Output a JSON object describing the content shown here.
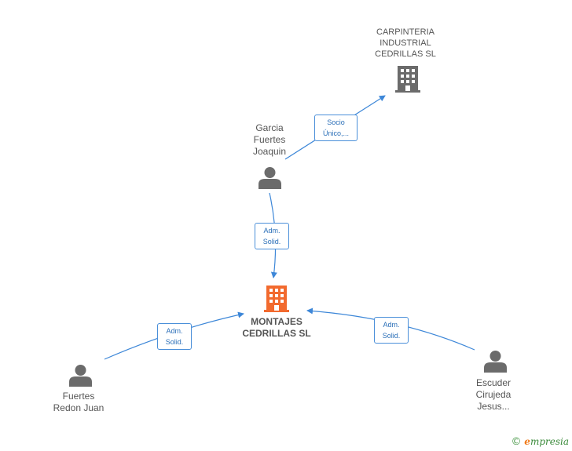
{
  "nodes": {
    "carpinteria": {
      "label": "CARPINTERIA\nINDUSTRIAL\nCEDRILLAS SL",
      "type": "company"
    },
    "garcia": {
      "label": "Garcia\nFuertes\nJoaquin",
      "type": "person"
    },
    "montajes": {
      "label": "MONTAJES\nCEDRILLAS SL",
      "type": "company-main"
    },
    "fuertes": {
      "label": "Fuertes\nRedon Juan",
      "type": "person"
    },
    "escuder": {
      "label": "Escuder\nCirujeda\nJesus...",
      "type": "person"
    }
  },
  "edges": {
    "garcia_carpinteria": {
      "label": "Socio\nÚnico,..."
    },
    "garcia_montajes": {
      "label": "Adm.\nSolid."
    },
    "fuertes_montajes": {
      "label": "Adm.\nSolid."
    },
    "escuder_montajes": {
      "label": "Adm.\nSolid."
    }
  },
  "colors": {
    "edge": "#3d87d8",
    "company_icon": "#6b6b6b",
    "main_company_icon": "#f26a2e",
    "person_icon": "#6b6b6b"
  },
  "icons": {
    "company": "building-icon",
    "person": "person-icon"
  },
  "brand": {
    "copyright": "©",
    "initial": "e",
    "rest": "mpresia"
  }
}
